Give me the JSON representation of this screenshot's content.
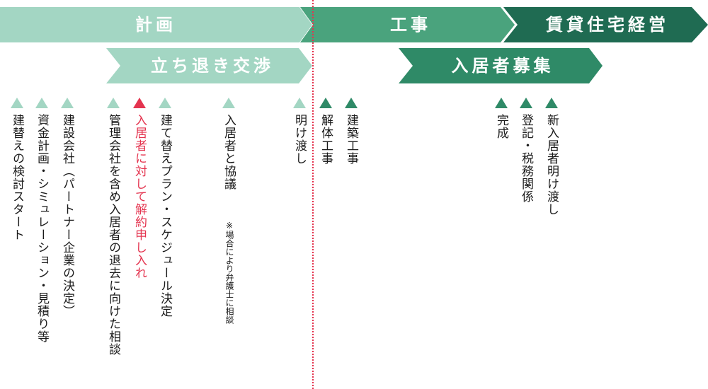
{
  "phases": {
    "plan": "計画",
    "construction": "工事",
    "rental": "賃貸住宅経営",
    "eviction": "立ち退き交渉",
    "recruitment": "入居者募集"
  },
  "steps": [
    "建替えの検討スタート",
    "資金計画・シミュレーション・見積り等",
    "建設会社（パートナー企業の決定）",
    "管理会社を含め入居者の退去に向けた相談",
    "入居者に対して解約申し入れ",
    "建て替えプラン・スケジュール決定",
    "入居者と協議",
    "明け渡し",
    "解体工事",
    "建築工事",
    "完成",
    "登記・税務関係",
    "新入居者明け渡し"
  ],
  "note": "※場合により弁護士に相談",
  "colors": {
    "light_green": "#a3d6c3",
    "mid_green": "#4aa37d",
    "dark_green": "#1f6b52",
    "accent_red": "#e4344f"
  }
}
